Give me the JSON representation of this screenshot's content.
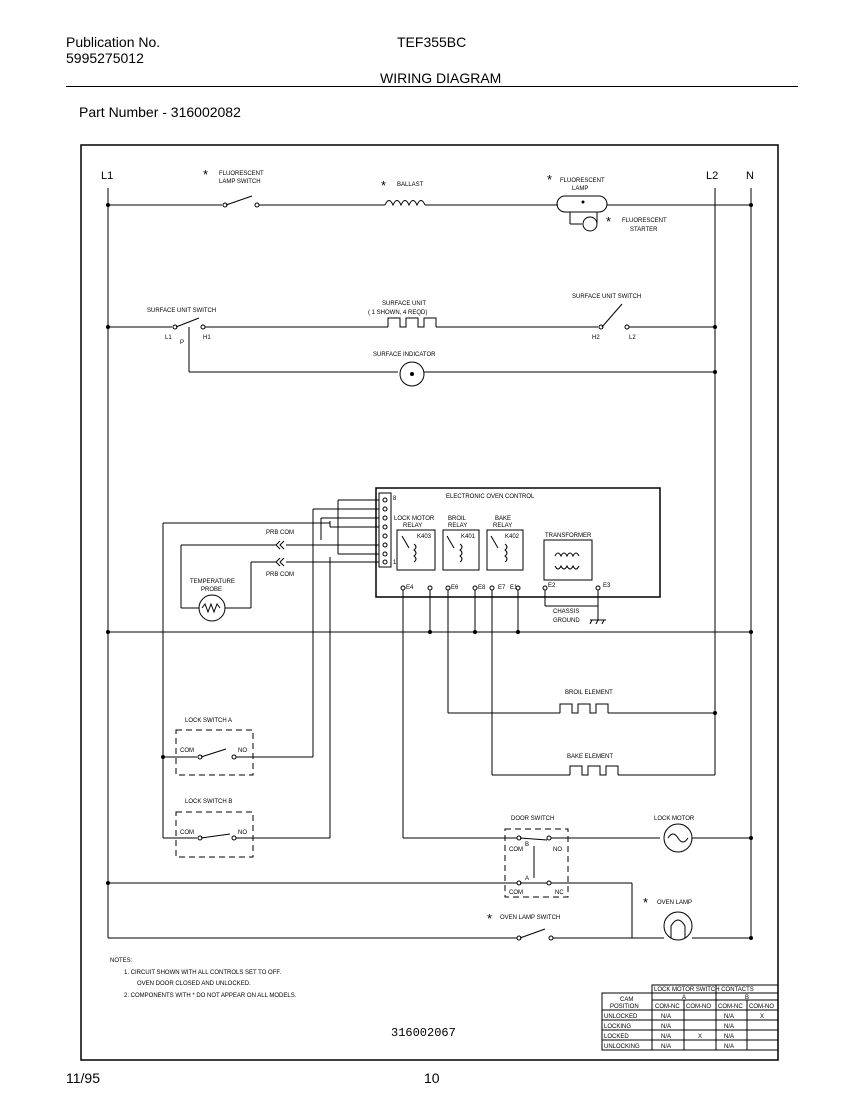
{
  "header": {
    "pub_label": "Publication No.",
    "pub_number": "5995275012",
    "model": "TEF355BC",
    "title": "WIRING DIAGRAM",
    "part_number": "Part Number - 316002082"
  },
  "footer": {
    "date": "11/95",
    "page": "10"
  },
  "diagram": {
    "rails": {
      "l1": "L1",
      "l2": "L2",
      "n": "N"
    },
    "asterisk": "*",
    "fluorescent_lamp_switch": [
      "FLUORESCENT",
      "LAMP SWITCH"
    ],
    "ballast": "BALLAST",
    "fluorescent_lamp": [
      "FLUORESCENT",
      "LAMP"
    ],
    "fluorescent_starter": [
      "FLUORESCENT",
      "STARTER"
    ],
    "surface_unit_switch_left": "SURFACE UNIT SWITCH",
    "surface_unit_switch_right": "SURFACE UNIT SWITCH",
    "surface_unit": [
      "SURFACE UNIT",
      "( 1 SHOWN, 4 REQD)"
    ],
    "surface_indicator": "SURFACE INDICATOR",
    "sw_terms": {
      "l1": "L1",
      "p": "P",
      "h1": "H1",
      "h2": "H2",
      "l2": "L2"
    },
    "electronic_oven_control": "ELECTRONIC OVEN CONTROL",
    "lock_motor_relay": [
      "LOCK MOTOR",
      "RELAY"
    ],
    "broil_relay": [
      "BROIL",
      "RELAY"
    ],
    "bake_relay": [
      "BAKE",
      "RELAY"
    ],
    "relay_codes": [
      "K403",
      "K401",
      "K402"
    ],
    "transformer": "TRANSFORMER",
    "pin_top": "8",
    "pin_bottom": "1",
    "terminals": [
      "E4",
      "E6",
      "E8",
      "E7",
      "E1",
      "E2",
      "E3"
    ],
    "prb_com_1": "PRB COM",
    "prb_com_2": "PRB COM",
    "temperature_probe": [
      "TEMPERATURE",
      "PROBE"
    ],
    "chassis_ground": [
      "CHASSIS",
      "GROUND"
    ],
    "broil_element": "BROIL ELEMENT",
    "bake_element": "BAKE ELEMENT",
    "lock_switch_a": "LOCK SWITCH A",
    "lock_switch_b": "LOCK SWITCH B",
    "com": "COM",
    "no": "NO",
    "nc": "NC",
    "door_switch": "DOOR SWITCH",
    "door_a": "A",
    "door_b": "B",
    "lock_motor": "LOCK MOTOR",
    "oven_lamp": "OVEN LAMP",
    "oven_lamp_switch": "OVEN LAMP SWITCH",
    "notes": [
      "NOTES:",
      "1.  CIRCUIT SHOWN WITH ALL CONTROLS SET TO OFF.",
      "OVEN DOOR CLOSED AND UNLOCKED.",
      "2.  COMPONENTS WITH * DO NOT APPEAR ON ALL MODELS."
    ],
    "drawing_number": "316002067"
  },
  "contacts_table": {
    "title": "LOCK MOTOR SWITCH CONTACTS",
    "cam_position": [
      "CAM",
      "POSITION"
    ],
    "group_a": "A",
    "group_b": "B",
    "subheaders": [
      "COM-NC",
      "COM-NO",
      "COM-NC",
      "COM-NO"
    ],
    "rows": [
      {
        "pos": "UNLOCKED",
        "cells": [
          "N/A",
          "",
          "N/A",
          "X"
        ]
      },
      {
        "pos": "LOCKING",
        "cells": [
          "N/A",
          "",
          "N/A",
          ""
        ]
      },
      {
        "pos": "LOCKED",
        "cells": [
          "N/A",
          "X",
          "N/A",
          ""
        ]
      },
      {
        "pos": "UNLOCKING",
        "cells": [
          "N/A",
          "",
          "N/A",
          ""
        ]
      }
    ]
  }
}
